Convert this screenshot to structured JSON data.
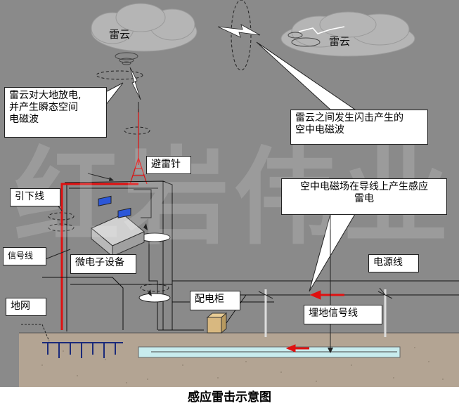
{
  "clouds": {
    "left_label": "雷云",
    "right_label": "雷云"
  },
  "callouts": {
    "ground_discharge": [
      "雷云对大地放电,",
      "并产生瞬态空间",
      "电磁波"
    ],
    "cloud_flash": [
      "雷云之间发生闪击产生的",
      "空中电磁波"
    ],
    "induced_lightning": [
      "空中电磁场在导线上产生感应",
      "雷电"
    ]
  },
  "labels": {
    "lightning_rod": "避雷针",
    "down_conductor": "引下线",
    "signal_line": "信号线",
    "microelectronics": "微电子设备",
    "power_line": "电源线",
    "ground_grid": "地网",
    "distribution_cabinet": "配电柜",
    "buried_signal_line": "埋地信号线"
  },
  "watermark": "红岩伟业",
  "caption": "感应雷击示意图",
  "colors": {
    "background": "#8a8a8a",
    "ground": "#b3a493",
    "conductor_red": "#e01010",
    "buried_channel": "#c8ecee",
    "cabinet": "#d8b880"
  }
}
